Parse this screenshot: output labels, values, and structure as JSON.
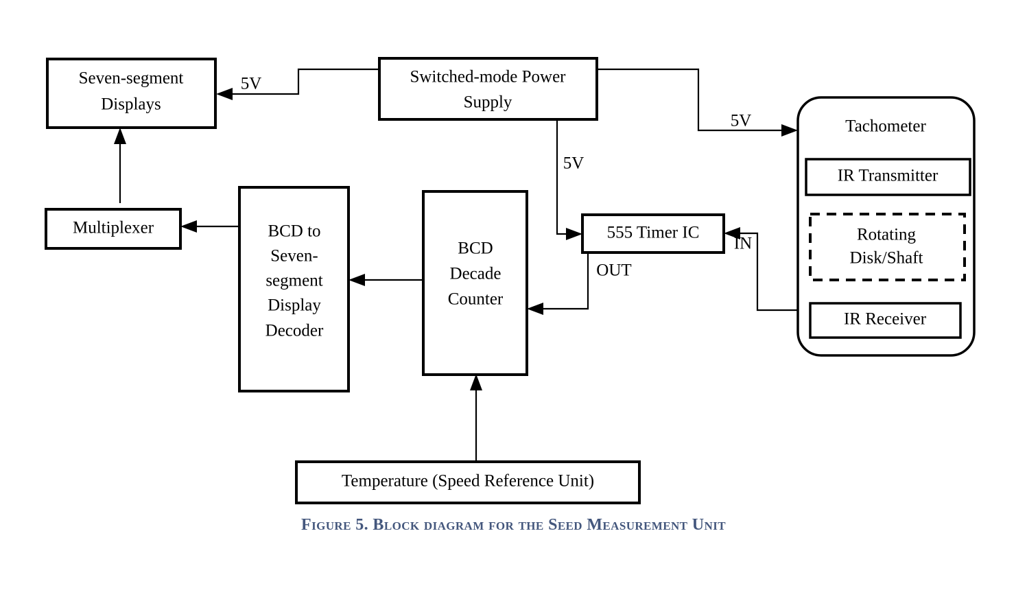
{
  "figure": {
    "caption": "Figure 5. Block diagram for the Seed Measurement Unit",
    "caption_color": "#44577d",
    "background_color": "#ffffff",
    "line_color": "#000000"
  },
  "blocks": {
    "seven_segment_displays": {
      "label_line1": "Seven-segment",
      "label_line2": "Displays"
    },
    "multiplexer": {
      "label": "Multiplexer"
    },
    "decoder": {
      "label_line1": "BCD to",
      "label_line2": "Seven-",
      "label_line3": "segment",
      "label_line4": "Display",
      "label_line5": "Decoder"
    },
    "decade_counter": {
      "label_line1": "BCD",
      "label_line2": "Decade",
      "label_line3": "Counter"
    },
    "power_supply": {
      "label_line1": "Switched-mode Power",
      "label_line2": "Supply"
    },
    "timer": {
      "label": "555 Timer IC"
    },
    "temperature": {
      "label": "Temperature (Speed Reference Unit)"
    },
    "tachometer": {
      "label": "Tachometer",
      "ir_transmitter": "IR Transmitter",
      "rotating_disk_line1": "Rotating",
      "rotating_disk_line2": "Disk/Shaft",
      "ir_receiver": "IR Receiver"
    }
  },
  "wire_labels": {
    "supply_to_displays": "5V",
    "supply_to_timer": "5V",
    "supply_to_tachometer": "5V",
    "timer_out": "OUT",
    "timer_in": "IN"
  }
}
